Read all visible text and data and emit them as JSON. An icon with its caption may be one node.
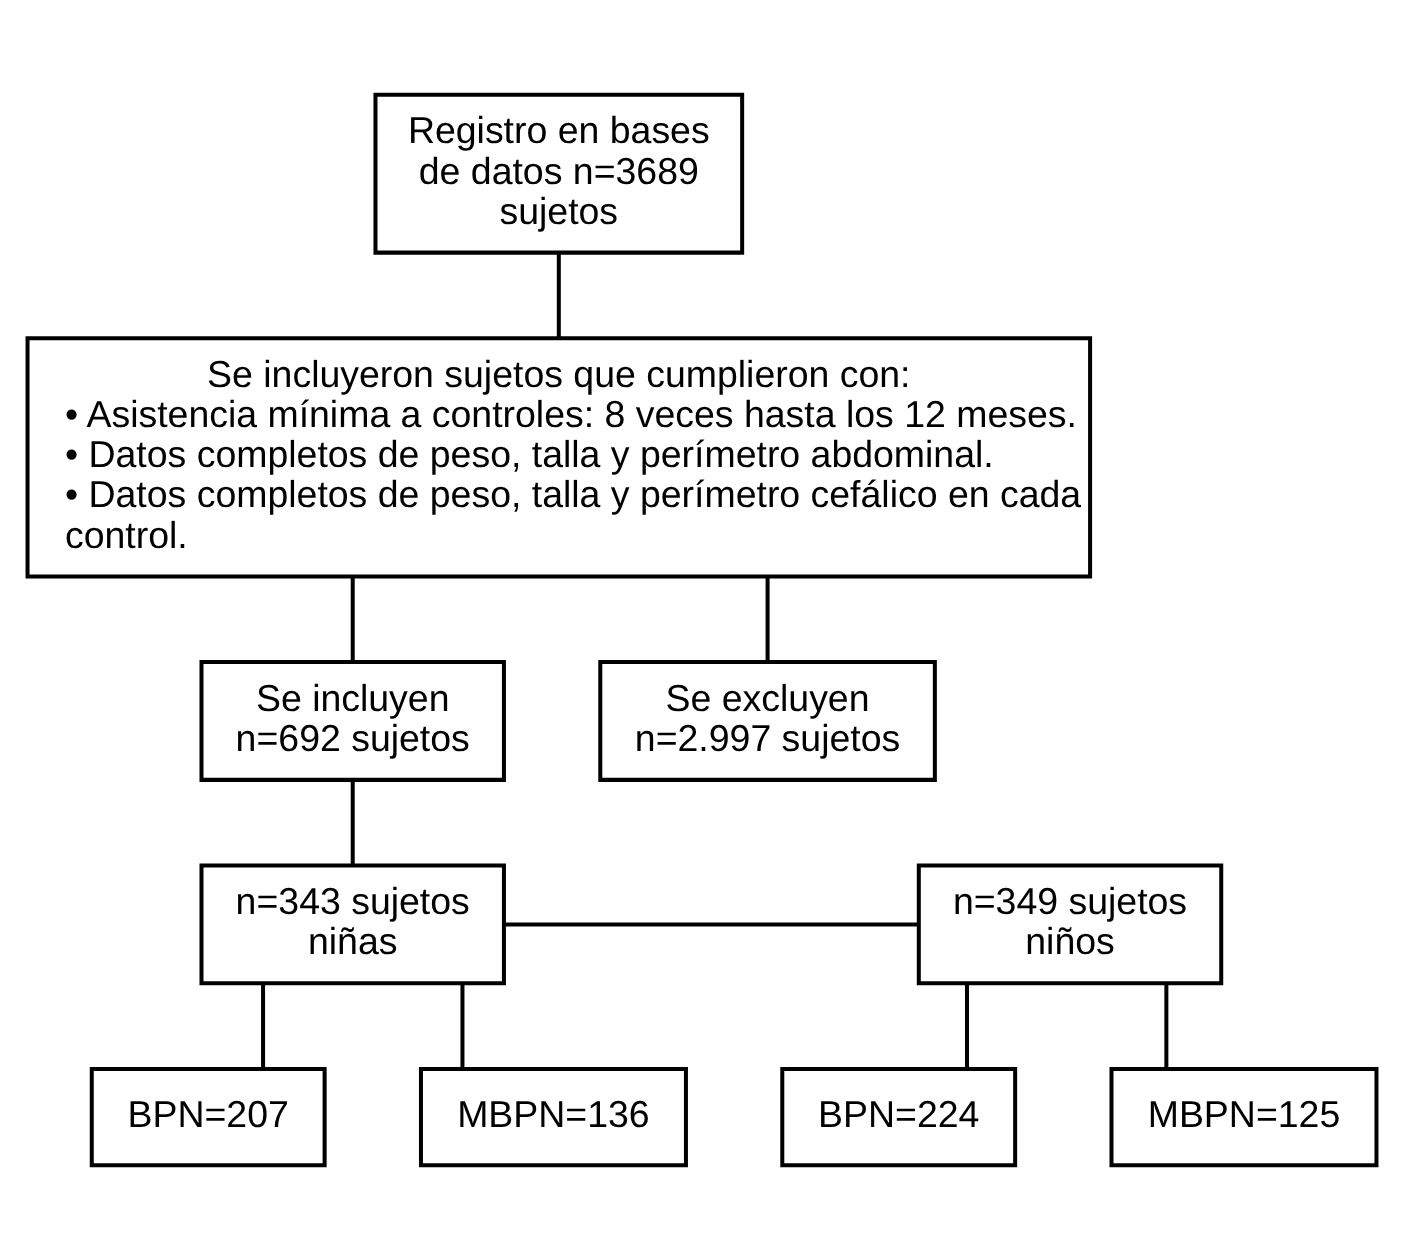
{
  "diagram": {
    "nodes": [
      {
        "text": [
          "Registro en bases de datos n=3689 sujetos"
        ]
      },
      {
        "text": [
          "Se incluyeron sujetos que cumplieron con:",
          "• Asistencia mínima a controles: 8 veces hasta los 12 meses.",
          "• Datos completos de peso, talla y perímetro abdominal.",
          "• Datos completos de peso, talla y perímetro cefálico en cada control."
        ]
      },
      {
        "text": [
          "Se incluyen n=692 sujetos"
        ]
      },
      {
        "text": [
          "Se excluyen n=2.997 sujetos"
        ]
      },
      {
        "text": [
          "n=343 sujetos niñas"
        ]
      },
      {
        "text": [
          "n=349 sujetos niños"
        ]
      },
      {
        "text": [
          "BPN=207"
        ]
      },
      {
        "text": [
          "MBPN=136"
        ]
      },
      {
        "text": [
          "BPN=224"
        ]
      },
      {
        "text": [
          "MBPN=125"
        ]
      }
    ],
    "edges": [
      {
        "from": 0,
        "to": 1,
        "arrow": "none"
      },
      {
        "from": 1,
        "to": 2,
        "arrow": "none"
      },
      {
        "from": 1,
        "to": 3,
        "arrow": "none"
      },
      {
        "from": 2,
        "to": 4,
        "arrow": "none"
      },
      {
        "from": 4,
        "to": 5,
        "arrow": "none"
      },
      {
        "from": 4,
        "to": 6,
        "arrow": "none"
      },
      {
        "from": 4,
        "to": 7,
        "arrow": "none"
      },
      {
        "from": 5,
        "to": 8,
        "arrow": "none"
      },
      {
        "from": 5,
        "to": 9,
        "arrow": "none"
      }
    ]
  }
}
